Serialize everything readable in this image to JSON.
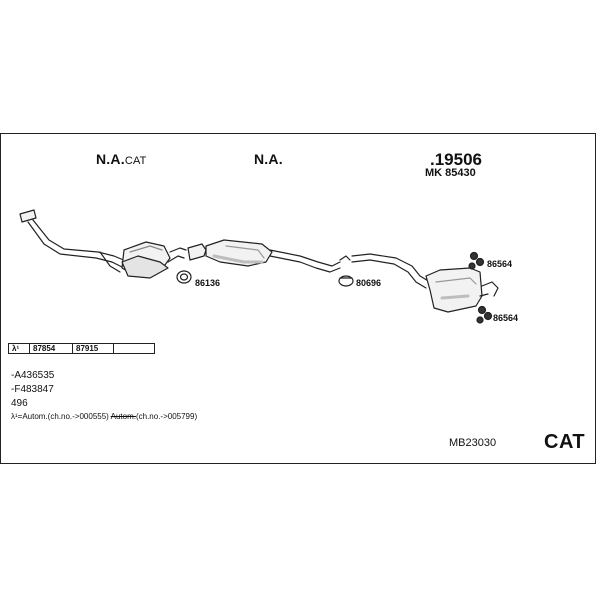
{
  "sections": {
    "front": {
      "title": "N.A.",
      "title_suffix": "CAT"
    },
    "middle": {
      "title": "N.A."
    },
    "rear": {
      "part_number": ".19506",
      "mk_label": "MK",
      "mk_number": "85430"
    }
  },
  "callouts": {
    "gasket_front": "86136",
    "clamp_middle": "80696",
    "hanger_upper": "86564",
    "hanger_lower": "86564"
  },
  "lambda": {
    "symbol": "λ¹",
    "cells": [
      "87854",
      "87915",
      ""
    ]
  },
  "notes": {
    "line1": "-A436535",
    "line2": "-F483847",
    "line3": "496",
    "line4_prefix": "λ¹=Autom.(ch.no.->000555)",
    "line4_strike": "Autom.",
    "line4_suffix": "(ch.no.->005799)"
  },
  "footer": {
    "code": "MB23030",
    "type": "CAT"
  },
  "colors": {
    "line": "#222222",
    "fill": "#f2f2f2",
    "shade": "#bdbdbd"
  }
}
